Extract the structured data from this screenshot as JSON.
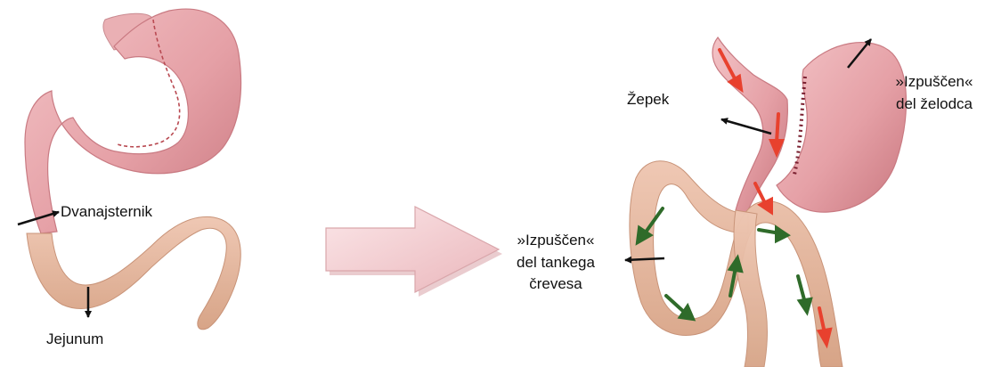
{
  "before": {
    "labels": {
      "duodenum": "Dvanajsternik",
      "jejunum": "Jejunum"
    }
  },
  "after": {
    "labels": {
      "pouch": "Žepek",
      "bypassed_stomach_line1": "»Izpuščen«",
      "bypassed_stomach_line2": "del želodca",
      "bypassed_intestine_line1": "»Izpuščen«",
      "bypassed_intestine_line2": "del tankega",
      "bypassed_intestine_line3": "črevesa"
    }
  },
  "colors": {
    "stomach": "#e8a4a8",
    "stomach_dark": "#c97a82",
    "intestine": "#e3b8a2",
    "food_flow_arrow": "#e8412e",
    "juice_flow_arrow": "#2f6b2a",
    "pointer_arrow": "#111111",
    "transition_arrow": "#f2c9cd"
  }
}
